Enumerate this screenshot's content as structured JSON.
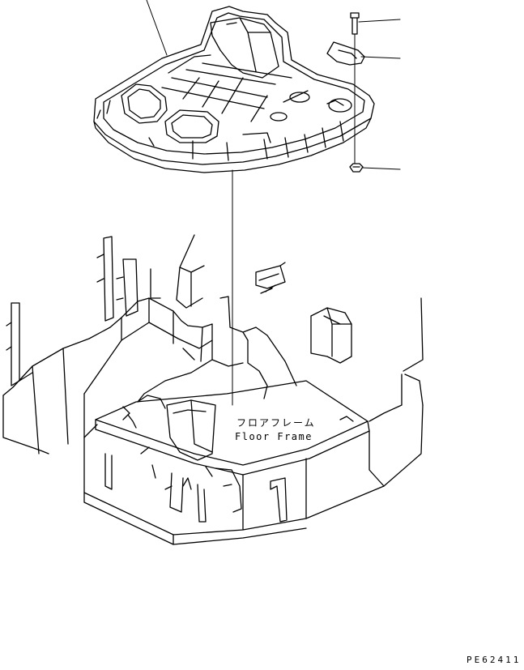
{
  "labels": {
    "floor_frame_ja": "フロアフレーム",
    "floor_frame_en": "Floor Frame",
    "figure_code": "PE62411"
  },
  "colors": {
    "line": "#000000",
    "background": "#ffffff"
  },
  "parts": [
    "floor-plate",
    "bolt",
    "clamp",
    "nut",
    "floor-frame"
  ]
}
